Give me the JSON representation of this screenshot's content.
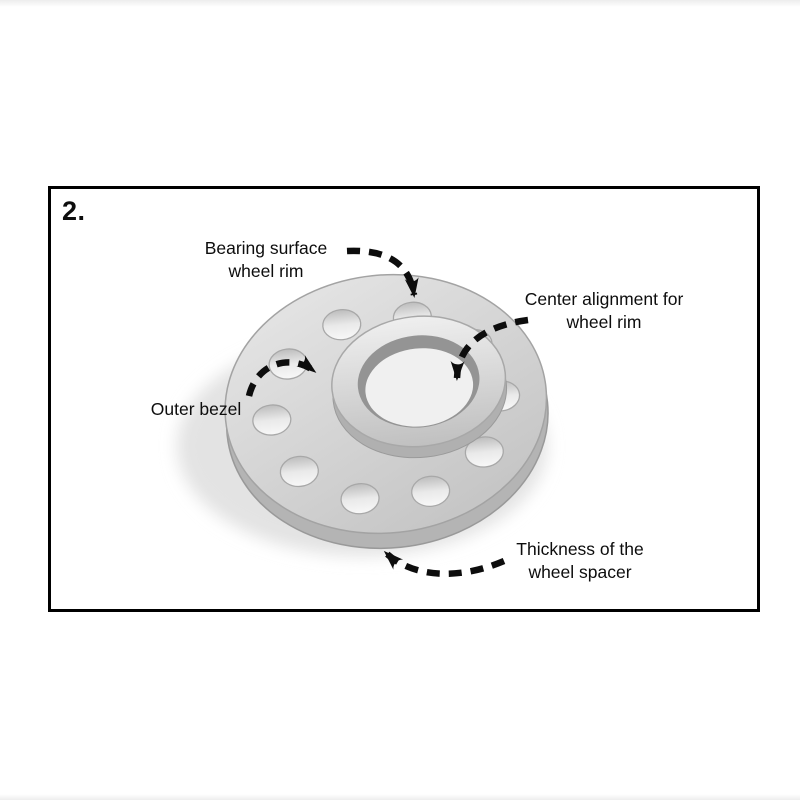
{
  "diagram": {
    "step_number": "2.",
    "illustration": "wheel-spacer-photo",
    "labels": {
      "bearing_surface": "Bearing surface\nwheel rim",
      "center_alignment": "Center alignment for\nwheel rim",
      "outer_bezel": "Outer bezel",
      "thickness": "Thickness of the\nwheel spacer"
    },
    "colors": {
      "frame_border": "#000000",
      "text": "#0d0d0d",
      "arrow": "#0d0d0d",
      "spacer_face_light": "#e8e8e8",
      "spacer_face_dark": "#c6c6c6",
      "spacer_side": "#b4b4b4",
      "background": "#ffffff"
    }
  }
}
